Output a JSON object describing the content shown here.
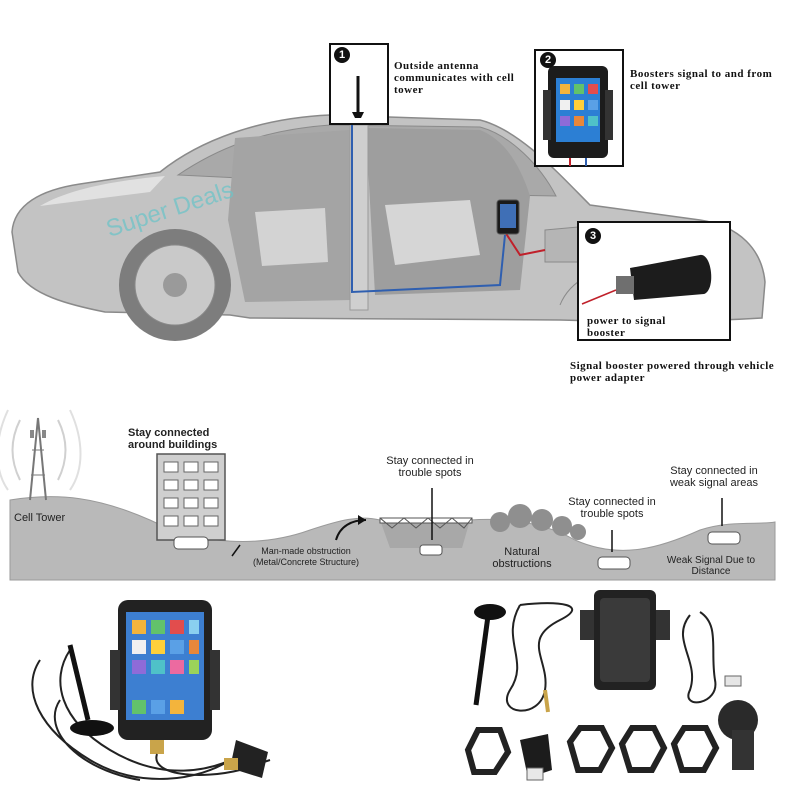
{
  "callouts": {
    "c1": {
      "number": "1",
      "text": "Outside antenna communicates with cell tower"
    },
    "c2": {
      "number": "2",
      "text": "Boosters signal to and from cell tower"
    },
    "c3": {
      "number": "3",
      "inner": "power to signal booster",
      "caption": "Signal booster powered through vehicle power adapter"
    }
  },
  "watermark": "Super Deals",
  "landscape": {
    "cell_tower": "Cell Tower",
    "buildings": "Stay connected around buildings",
    "trouble1": "Stay connected in trouble spots",
    "trouble2": "Stay connected in trouble spots",
    "weak_areas": "Stay connected in weak signal areas",
    "manmade": "Man-made obstruction (Metal/Concrete Structure)",
    "natural": "Natural obstructions",
    "weak_signal": "Weak Signal Due to Distance"
  },
  "colors": {
    "car": "#bfbfbf",
    "ground": "#b9b9b9",
    "cable_blue": "#2f5fb0",
    "cable_red": "#c0202a"
  }
}
